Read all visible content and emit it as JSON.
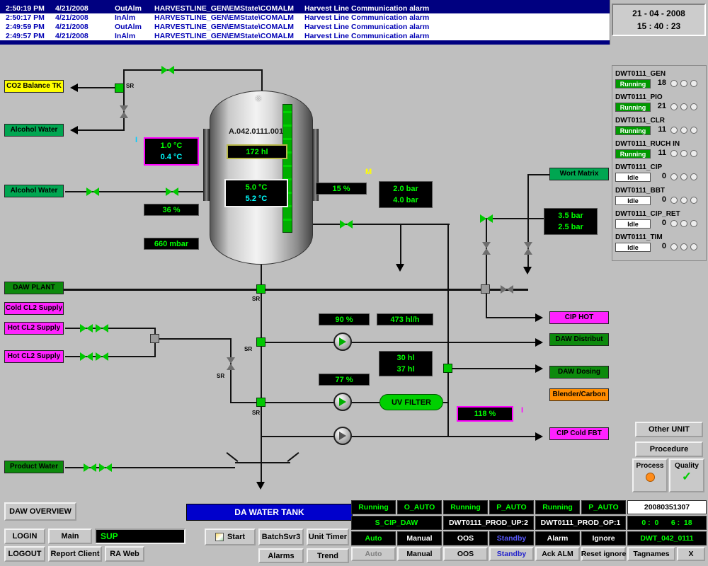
{
  "colors": {
    "value_green": "#00ff00",
    "value_cyan": "#00ffff",
    "setpoint_border": "#ff00ff",
    "label_green": "#00a651",
    "label_dark_green": "#0c8a0c",
    "label_magenta": "#ff22ff",
    "label_yellow": "#ffff00",
    "label_orange": "#ff8c00",
    "running_green": "#009900",
    "banner_blue": "#0000cc",
    "alarm_text_blue": "#0000b4",
    "alarm_selected_bg": "#000080",
    "process_indicator_orange": "#ff8c1a",
    "quality_check_green": "#00cc00",
    "valve_open_green": "#00c800"
  },
  "icons": {
    "quality_check": "✓",
    "sprayball": "☼"
  },
  "alarm_list": {
    "rows": [
      {
        "time": "2:50:19 PM",
        "date": "4/21/2008",
        "type": "OutAlm",
        "tag": "HARVESTLINE_GEN\\EMState\\COMALM",
        "desc": "Harvest Line Communication alarm",
        "selected": true
      },
      {
        "time": "2:50:17 PM",
        "date": "4/21/2008",
        "type": "InAlm",
        "tag": "HARVESTLINE_GEN\\EMState\\COMALM",
        "desc": "Harvest Line Communication alarm",
        "selected": false
      },
      {
        "time": "2:49:59 PM",
        "date": "4/21/2008",
        "type": "OutAlm",
        "tag": "HARVESTLINE_GEN\\EMState\\COMALM",
        "desc": "Harvest Line Communication alarm",
        "selected": false
      },
      {
        "time": "2:49:57 PM",
        "date": "4/21/2008",
        "type": "InAlm",
        "tag": "HARVESTLINE_GEN\\EMState\\COMALM",
        "desc": "Harvest Line Communication alarm",
        "selected": false
      }
    ]
  },
  "clock": {
    "date": "21 - 04 - 2008",
    "time": "15 : 40 : 23"
  },
  "diagram": {
    "tank": {
      "id": "A.042.0111.001",
      "volume": "172 hl",
      "temp_jacket": {
        "l1": "1.0 °C",
        "l2": "0.4 °C"
      },
      "temp_content": {
        "l1": "5.0 °C",
        "l2": "5.2 °C"
      }
    },
    "displays": {
      "pct36": "36 %",
      "mbar": "660 mbar",
      "pct15": "15 %",
      "bar_top": {
        "l1": "2.0 bar",
        "l2": "4.0 bar"
      },
      "bar_right": {
        "l1": "3.5 bar",
        "l2": "2.5 bar"
      },
      "pct90": "90 %",
      "flow": "473 hl/h",
      "vol_dosing": {
        "l1": "30 hl",
        "l2": "37 hl"
      },
      "pct77": "77 %",
      "pct118": "118 %"
    },
    "labels_left": [
      "CO2 Balance TK",
      "Alcohol Water",
      "Alcohol Water",
      "DAW PLANT",
      "Cold CL2 Supply",
      "Hot CL2 Supply",
      "Hot CL2 Supply",
      "Product Water"
    ],
    "labels_right": [
      "Wort Matrix",
      "CIP HOT",
      "DAW Distribut",
      "DAW Dosing",
      "Blender/Carbon",
      "CIP Cold FBT"
    ],
    "uv_filter": "UV FILTER",
    "sr": "SR",
    "ind_m": "M",
    "ind_i": "I"
  },
  "unit_panel": {
    "rows": [
      {
        "name": "DWT0111_GEN",
        "state": "Running",
        "count": "18"
      },
      {
        "name": "DWT0111_PIO",
        "state": "Running",
        "count": "21"
      },
      {
        "name": "DWT0111_CLR",
        "state": "Running",
        "count": "11"
      },
      {
        "name": "DWT0111_RUCH IN",
        "state": "Running",
        "count": "11"
      },
      {
        "name": "DWT0111_CIP",
        "state": "Idle",
        "count": "0"
      },
      {
        "name": "DWT0111_BBT",
        "state": "Idle",
        "count": "0"
      },
      {
        "name": "DWT0111_CIP_RET",
        "state": "Idle",
        "count": "0"
      },
      {
        "name": "DWT0111_TIM",
        "state": "Idle",
        "count": "0"
      }
    ]
  },
  "side": {
    "other_unit": "Other UNIT",
    "procedure": "Procedure",
    "process": "Process",
    "quality": "Quality"
  },
  "bottom": {
    "daw_overview": "DAW OVERVIEW",
    "banner": "DA WATER TANK",
    "grid": {
      "row1": [
        "Running",
        "O_AUTO",
        "Running",
        "P_AUTO",
        "Running",
        "P_AUTO",
        "20080351307"
      ],
      "row2": [
        "S_CIP_DAW",
        "DWT0111_PROD_UP:2",
        "DWT0111_PROD_OP:1",
        "0 :  0      6 :  18"
      ],
      "row3": [
        "Auto",
        "Manual",
        "OOS",
        "Standby",
        "Alarm",
        "Ignore",
        "DWT_042_0111"
      ],
      "row4": [
        "Auto",
        "Manual",
        "OOS",
        "Standby",
        "Ack ALM",
        "Reset ignore",
        "Tagnames",
        "X"
      ]
    },
    "login": "LOGIN",
    "main": "Main",
    "sup": "SUP",
    "logout": "LOGOUT",
    "report_client": "Report Client",
    "ra_web": "RA Web",
    "start": "Start",
    "batchsvr": "BatchSvr3",
    "unit_timer": "Unit Timer",
    "alarms": "Alarms",
    "trend": "Trend"
  }
}
